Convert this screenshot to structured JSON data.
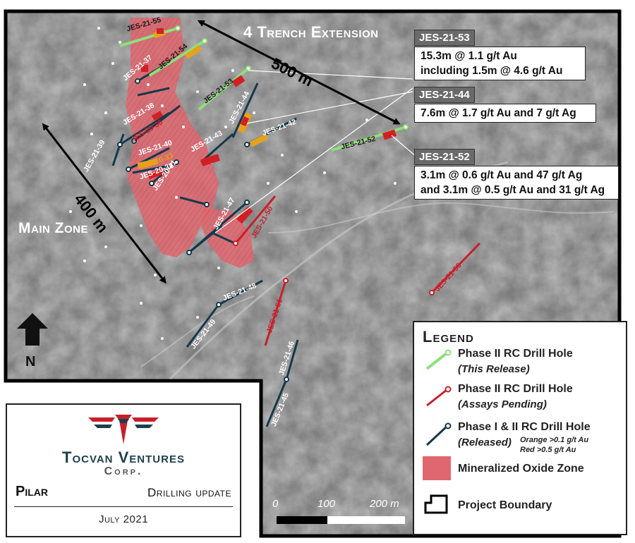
{
  "map": {
    "title_extension": "4 Trench Extension",
    "main_zone": "Main Zone",
    "dist_500": "500 m",
    "dist_400": "400 m",
    "north": "N"
  },
  "drill_holes": [
    {
      "id": "JES-21-55",
      "phase": "new"
    },
    {
      "id": "JES-21-54",
      "phase": "new"
    },
    {
      "id": "JES-21-53",
      "phase": "new"
    },
    {
      "id": "JES-21-52",
      "phase": "new"
    },
    {
      "id": "JES-21-37",
      "phase": "released"
    },
    {
      "id": "JES-21-38",
      "phase": "released"
    },
    {
      "id": "JES-20-36",
      "phase": "released"
    },
    {
      "id": "JES-21-39",
      "phase": "released"
    },
    {
      "id": "JES-21-40",
      "phase": "released"
    },
    {
      "id": "JES-20-33",
      "phase": "released"
    },
    {
      "id": "JES-20-32",
      "phase": "released"
    },
    {
      "id": "JES-20-41",
      "phase": "released"
    },
    {
      "id": "JES-21-43",
      "phase": "released"
    },
    {
      "id": "JES-21-44",
      "phase": "released"
    },
    {
      "id": "JES-21-42",
      "phase": "released"
    },
    {
      "id": "JES-21-47",
      "phase": "released"
    },
    {
      "id": "JES-21-50",
      "phase": "pending"
    },
    {
      "id": "JES-21-48",
      "phase": "released"
    },
    {
      "id": "JES-21-49",
      "phase": "released"
    },
    {
      "id": "JES-21-51",
      "phase": "pending"
    },
    {
      "id": "JES-21-46",
      "phase": "released"
    },
    {
      "id": "JES-21-45",
      "phase": "released"
    },
    {
      "id": "JES-21-56",
      "phase": "pending"
    }
  ],
  "callouts": [
    {
      "hole": "JES-21-53",
      "lines": [
        "15.3m @ 1.1 g/t Au",
        "including 1.5m @ 4.6 g/t Au"
      ]
    },
    {
      "hole": "JES-21-44",
      "lines": [
        "7.6m @ 1.7 g/t Au and 7 g/t Ag"
      ]
    },
    {
      "hole": "JES-21-52",
      "lines": [
        "3.1m @ 0.6 g/t Au and 47 g/t Ag",
        "and 3.1m @ 0.5 g/t Au and 31 g/t Ag"
      ]
    }
  ],
  "legend": {
    "title": "Legend",
    "items": [
      {
        "label": "Phase II RC Drill Hole",
        "sub": "(This Release)",
        "color": "#8ee07a"
      },
      {
        "label": "Phase II RC Drill Hole",
        "sub": "(Assays Pending)",
        "color": "#c8202a"
      },
      {
        "label": "Phase I & II RC Drill Hole",
        "sub": "(Released)",
        "color": "#1a3e52"
      }
    ],
    "note_orange": "Orange >0.1 g/t Au",
    "note_red": "Red >0.5 g/t Au",
    "zone_label": "Mineralized Oxide Zone",
    "zone_color": "#e0676f",
    "boundary_label": "Project Boundary"
  },
  "scale": {
    "t0": "0",
    "t1": "100",
    "t2": "200 m"
  },
  "title_block": {
    "company_line1": "Tocvan Ventures",
    "company_line2": "Corp.",
    "project": "Pilar",
    "subtitle": "Drilling update",
    "date": "July 2021"
  }
}
